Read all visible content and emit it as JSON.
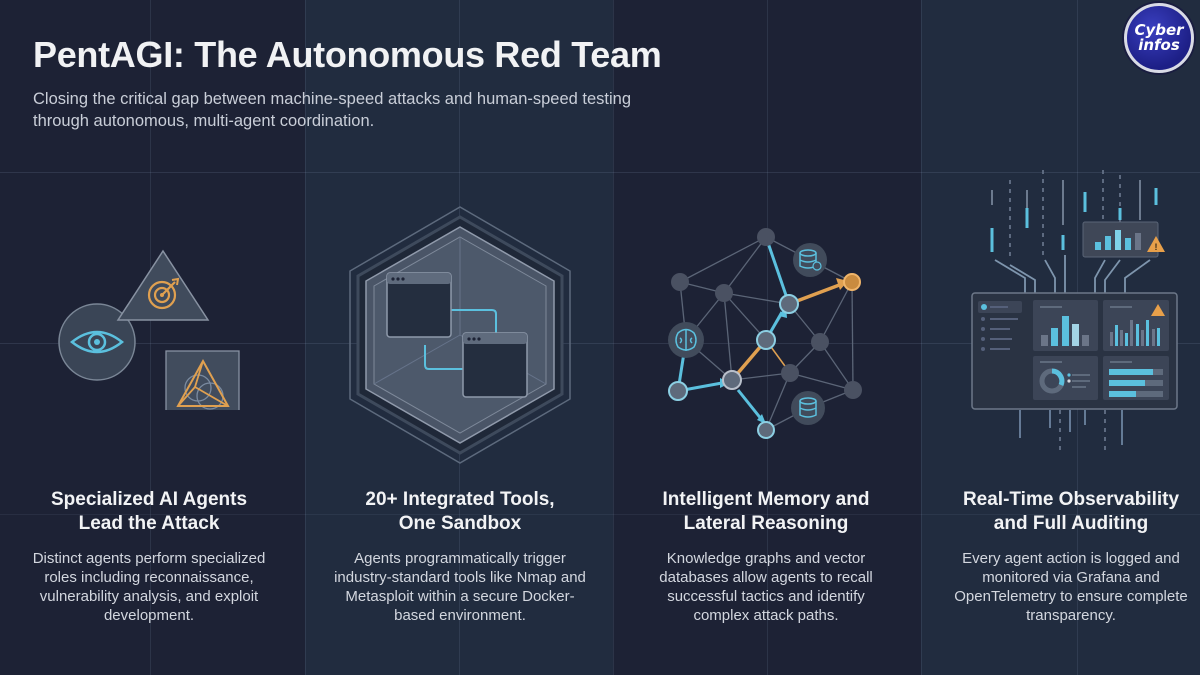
{
  "header": {
    "title": "PentAGI: The Autonomous Red Team",
    "subtitle": "Closing the critical gap between machine-speed attacks and human-speed testing through autonomous, multi-agent coordination."
  },
  "logo": {
    "line1": "Cyber",
    "line2": "infos"
  },
  "colors": {
    "background_dark": "#1d2235",
    "background_light": "#212c3f",
    "accent_cyan": "#5bc0de",
    "accent_orange": "#e8a04a",
    "text_primary": "#f2f3f5",
    "text_secondary": "#d3d7df"
  },
  "features": [
    {
      "title": "Specialized AI Agents Lead the Attack",
      "title_line1": "Specialized AI Agents",
      "title_line2": "Lead the Attack",
      "description": "Distinct agents perform specialized roles including reconnaissance, vulnerability analysis, and exploit development.",
      "icons": [
        "eye-icon",
        "target-icon",
        "triangle-network-icon"
      ]
    },
    {
      "title": "20+ Integrated Tools, One Sandbox",
      "title_line1": "20+ Integrated Tools,",
      "title_line2": "One Sandbox",
      "description": "Agents programmatically trigger industry-standard tools like Nmap and Metasploit within a secure Docker-based environment.",
      "icons": [
        "hexagon-sandbox-icon",
        "window-icon"
      ]
    },
    {
      "title": "Intelligent Memory and Lateral Reasoning",
      "title_line1": "Intelligent Memory and",
      "title_line2": "Lateral Reasoning",
      "description": "Knowledge graphs and vector databases allow agents to recall successful tactics and identify complex attack paths.",
      "icons": [
        "knowledge-graph-icon",
        "brain-icon",
        "database-icon"
      ]
    },
    {
      "title": "Real-Time Observability and Full Auditing",
      "title_line1": "Real-Time Observability",
      "title_line2": "and Full Auditing",
      "description": "Every agent action is logged and monitored via Grafana and OpenTelemetry to ensure complete transparency.",
      "icons": [
        "dashboard-icon",
        "warning-icon",
        "bar-chart-icon"
      ]
    }
  ]
}
